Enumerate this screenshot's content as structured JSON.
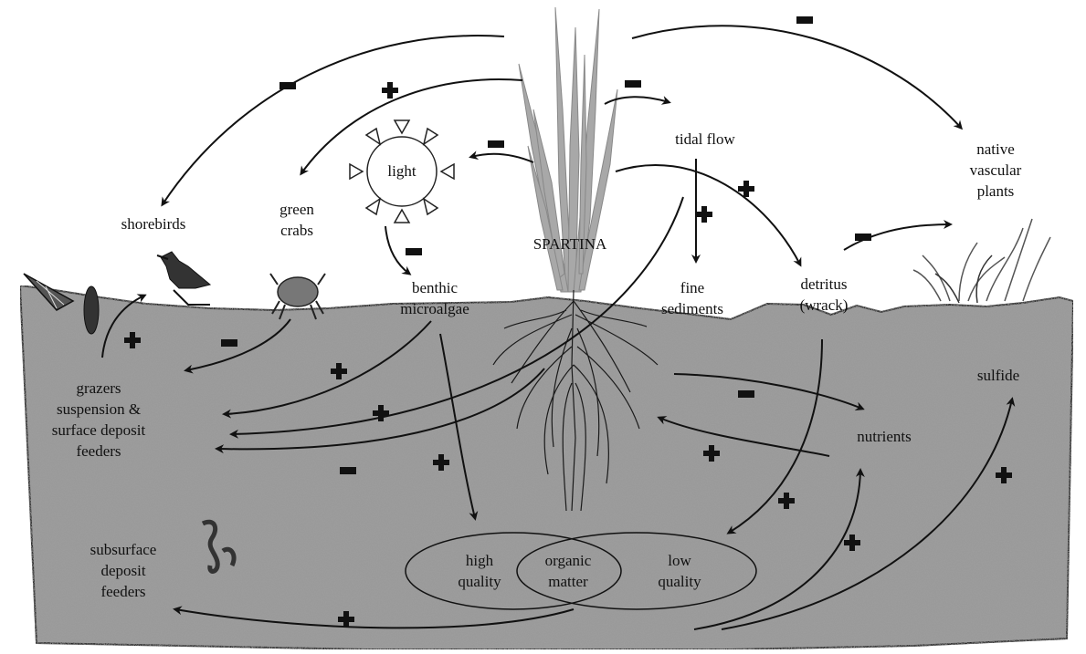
{
  "labels": {
    "spartina": "SPARTINA",
    "light": "light",
    "tidal_flow": "tidal flow",
    "native_plants": [
      "native",
      "vascular",
      "plants"
    ],
    "shorebirds": "shorebirds",
    "green_crabs": [
      "green",
      "crabs"
    ],
    "benthic_microalgae": [
      "benthic",
      "microalgae"
    ],
    "fine_sediments": [
      "fine",
      "sediments"
    ],
    "detritus": [
      "detritus",
      "(wrack)"
    ],
    "sulfide": "sulfide",
    "nutrients": "nutrients",
    "grazers": [
      "grazers",
      "suspension &",
      "surface deposit",
      "feeders"
    ],
    "subsurface": [
      "subsurface",
      "deposit",
      "feeders"
    ],
    "high_quality": [
      "high",
      "quality"
    ],
    "organic_matter": [
      "organic",
      "matter"
    ],
    "low_quality": [
      "low",
      "quality"
    ]
  },
  "colors": {
    "sediment": "#9a9a9a",
    "spartina": "#a8a8a8",
    "arrow": "#111111"
  },
  "icons": [
    "sun-icon",
    "bird-icon",
    "crab-icon",
    "snail-icon",
    "mussel-icon",
    "worm-icon",
    "plant-icon",
    "spartina-grass-icon",
    "root-system-icon"
  ]
}
